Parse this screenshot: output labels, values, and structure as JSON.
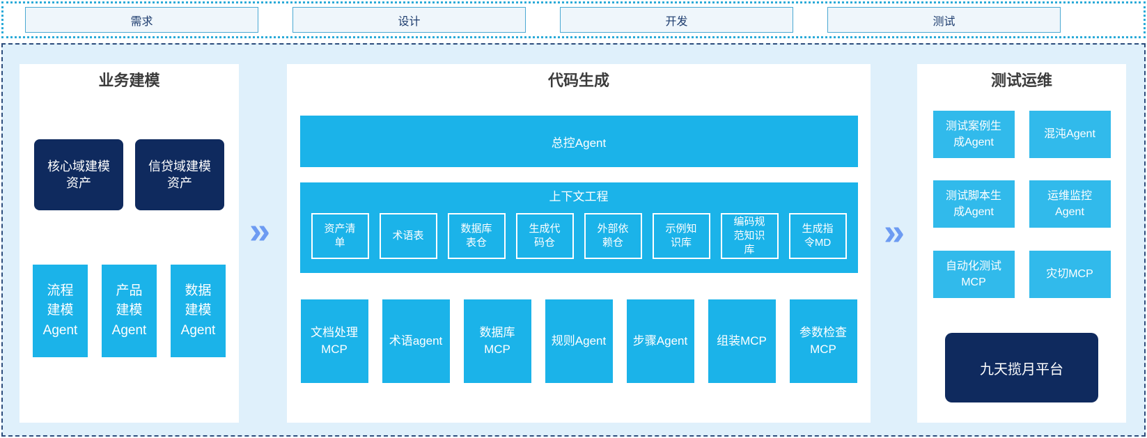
{
  "arrow_glyph": "»",
  "colors": {
    "cyan": "#1bb3e9",
    "cyan_light": "#31baeb",
    "navy": "#0f2a5e",
    "container_bg": "#dff0fb",
    "dotted_border": "#2baad8",
    "dashed_border": "#2c4c7c",
    "phase_fill": "#eff6fb",
    "phase_border": "#4aa8d2",
    "arrow": "#6d9bf2"
  },
  "phases": [
    {
      "label": "需求"
    },
    {
      "label": "设计"
    },
    {
      "label": "开发"
    },
    {
      "label": "测试"
    }
  ],
  "left": {
    "title": "业务建模",
    "assets": [
      {
        "label": "核心域建模\n资产"
      },
      {
        "label": "信贷域建模\n资产"
      }
    ],
    "agents": [
      {
        "label": "流程\n建模\nAgent"
      },
      {
        "label": "产品\n建模\nAgent"
      },
      {
        "label": "数据\n建模\nAgent"
      }
    ]
  },
  "middle": {
    "title": "代码生成",
    "master_agent": "总控Agent",
    "context": {
      "title": "上下文工程",
      "boxes": [
        {
          "label": "资产清\n单"
        },
        {
          "label": "术语表"
        },
        {
          "label": "数据库\n表仓"
        },
        {
          "label": "生成代\n码仓"
        },
        {
          "label": "外部依\n赖仓"
        },
        {
          "label": "示例知\n识库"
        },
        {
          "label": "编码规\n范知识\n库"
        },
        {
          "label": "生成指\n令MD"
        }
      ]
    },
    "tools": [
      {
        "label": "文档处理\nMCP"
      },
      {
        "label": "术语agent"
      },
      {
        "label": "数据库\nMCP"
      },
      {
        "label": "规则Agent"
      },
      {
        "label": "步骤Agent"
      },
      {
        "label": "组装MCP"
      },
      {
        "label": "参数检查\nMCP"
      }
    ]
  },
  "right": {
    "title": "测试运维",
    "boxes": [
      {
        "label": "测试案例生\n成Agent"
      },
      {
        "label": "混沌Agent"
      },
      {
        "label": "测试脚本生\n成Agent"
      },
      {
        "label": "运维监控\nAgent"
      },
      {
        "label": "自动化测试\nMCP"
      },
      {
        "label": "灾切MCP"
      }
    ],
    "platform": "九天揽月平台"
  }
}
